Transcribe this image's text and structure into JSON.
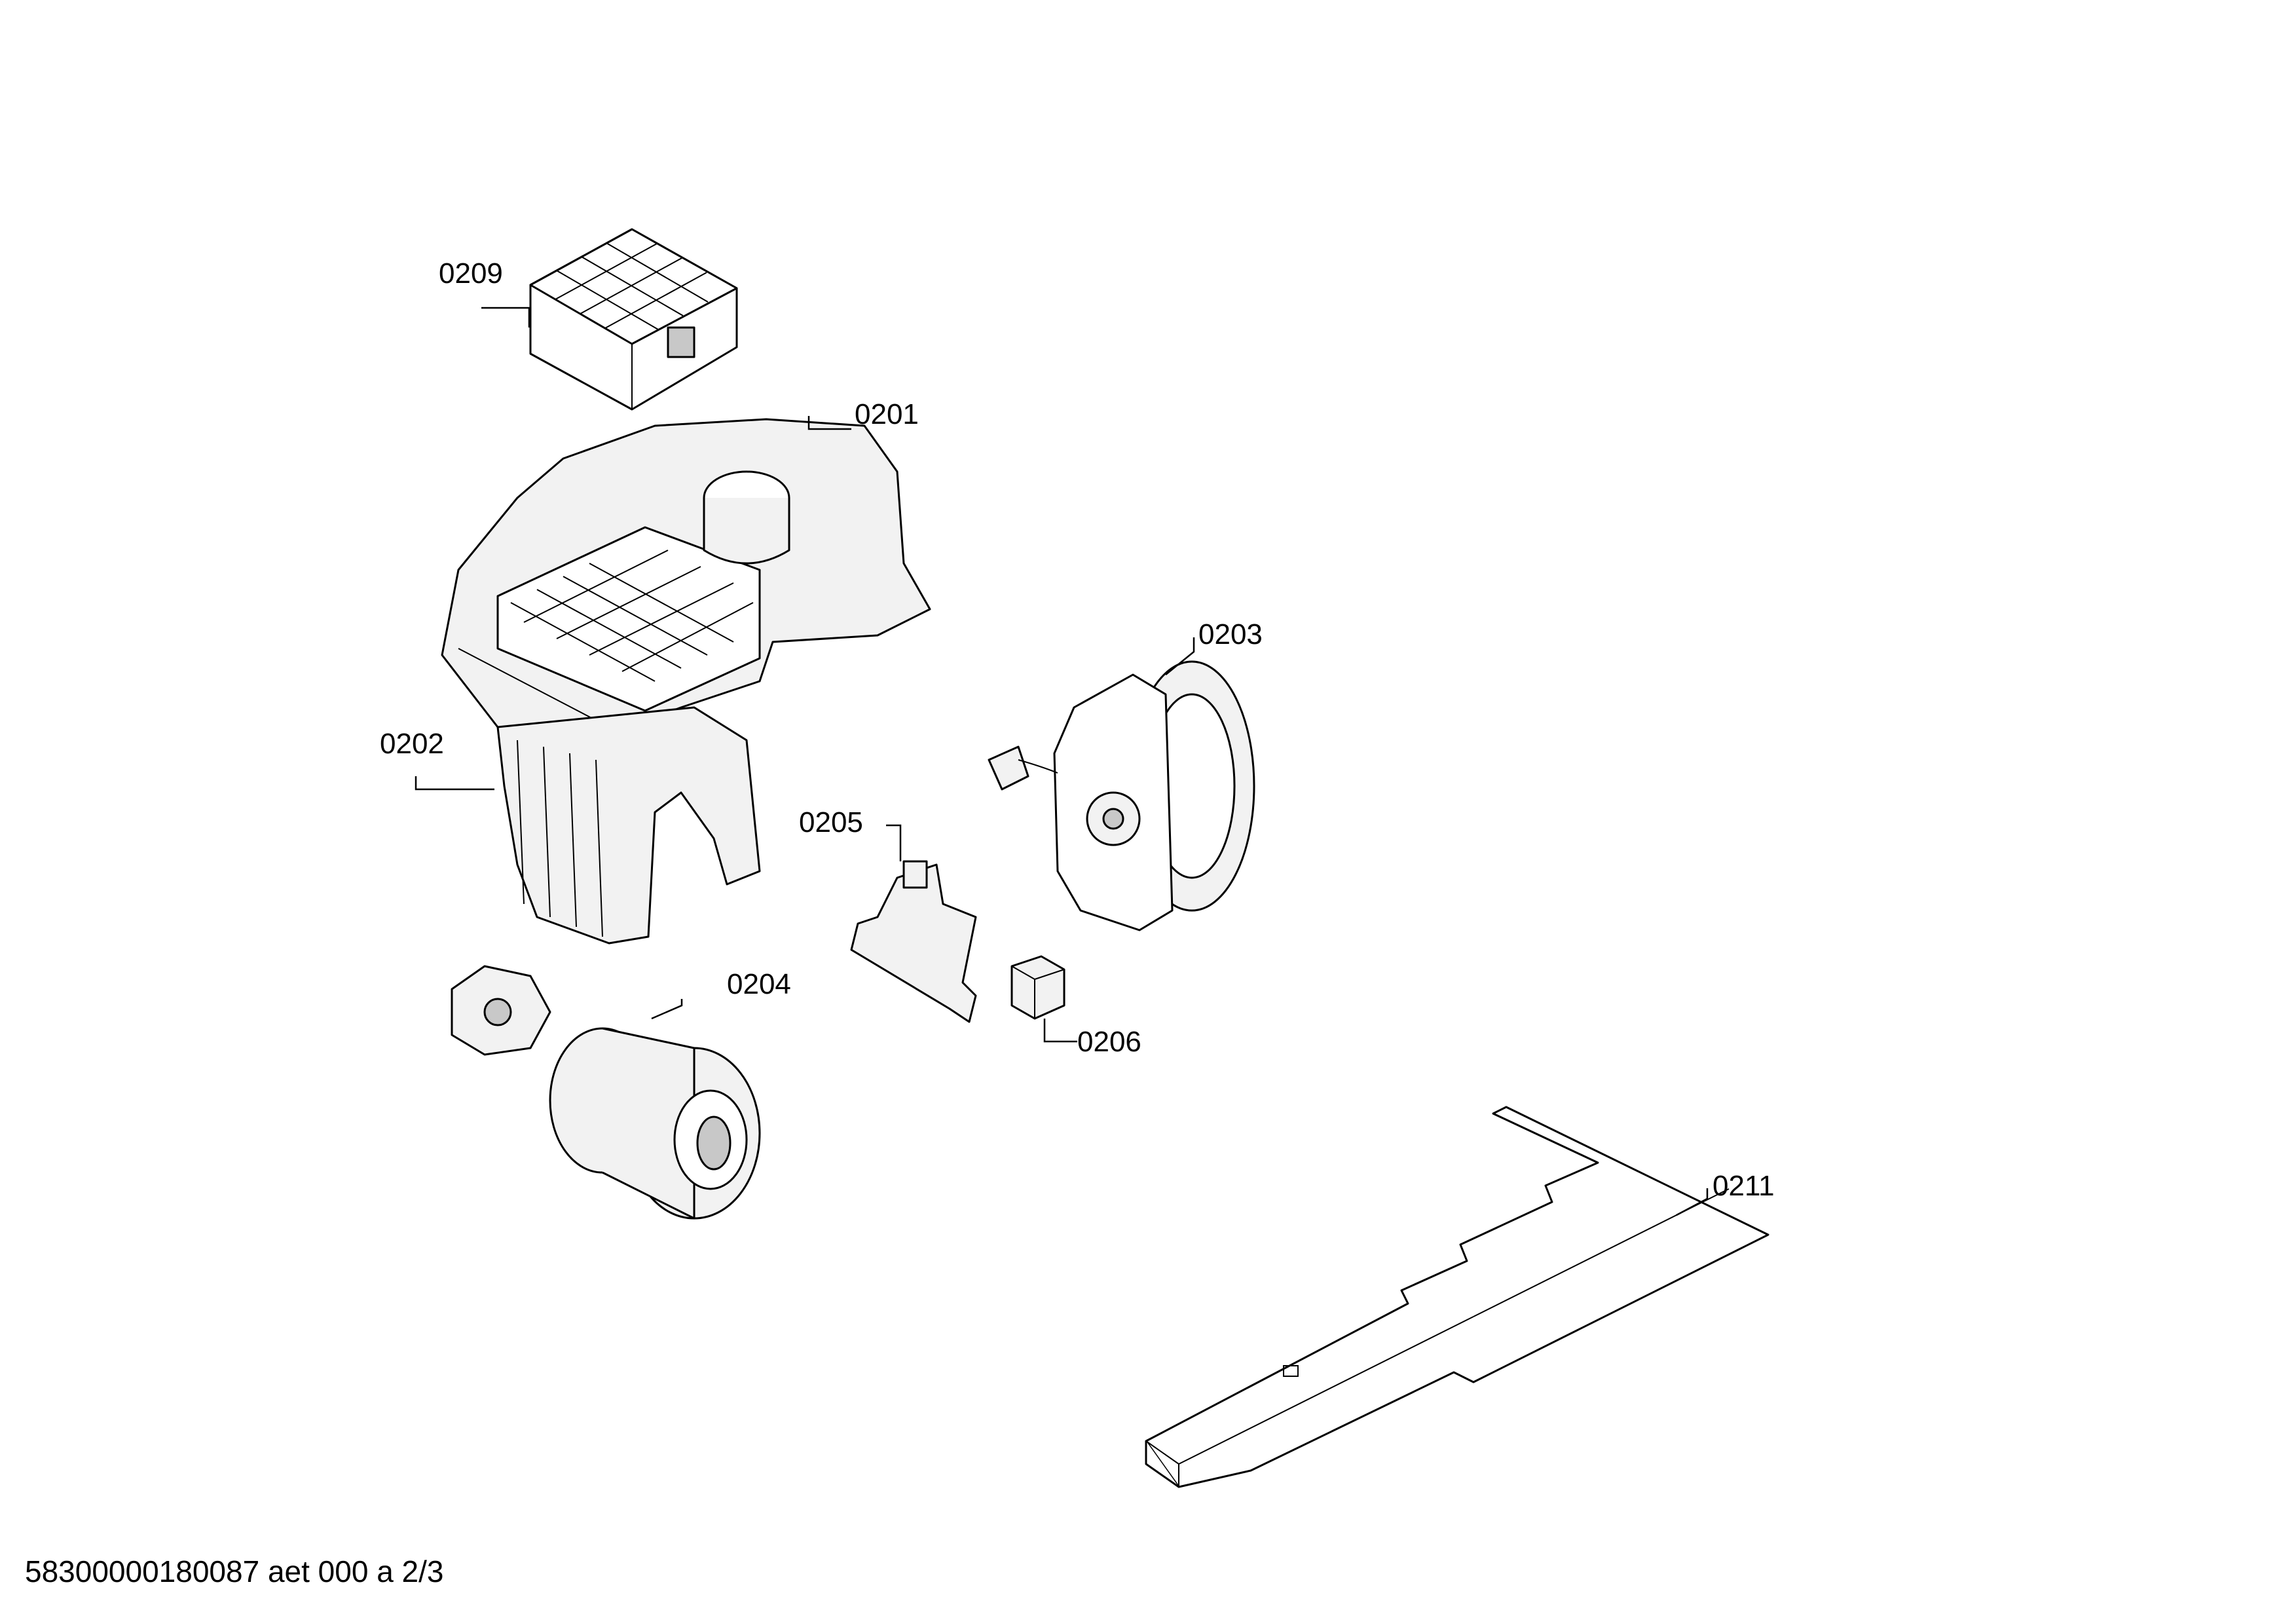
{
  "labels": {
    "filter": "0209",
    "housing_top": "0201",
    "housing_bottom": "0202",
    "cable_reel": "0203",
    "motor": "0204",
    "circuit_board": "0205",
    "switch": "0206",
    "foam_insert": "0211"
  },
  "footer": {
    "code": "58300000180087 aet 000 a 2/3"
  }
}
